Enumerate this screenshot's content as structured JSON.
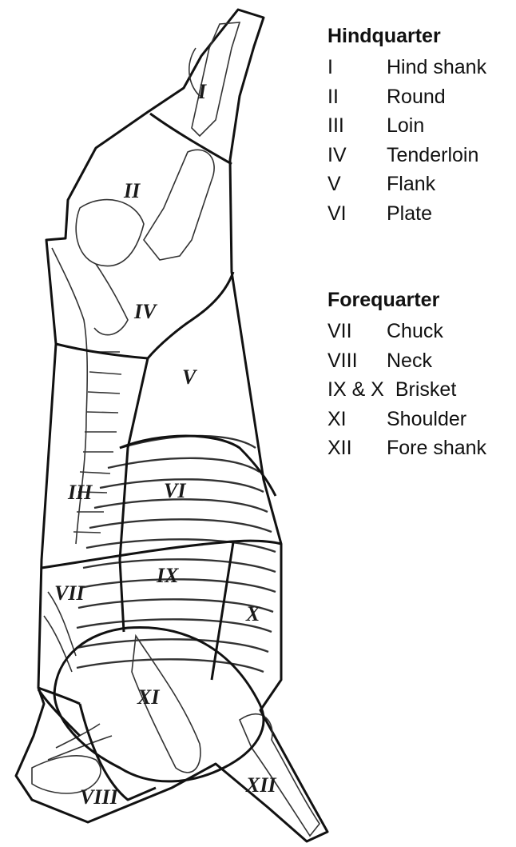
{
  "cut_labels": [
    "I",
    "II",
    "III",
    "IV",
    "V",
    "VI",
    "VII",
    "VIII",
    "IX",
    "X",
    "XI",
    "XII"
  ],
  "hindquarter": {
    "title": "Hindquarter",
    "items": [
      {
        "num": "I",
        "name": "Hind shank"
      },
      {
        "num": "II",
        "name": "Round"
      },
      {
        "num": "III",
        "name": "Loin"
      },
      {
        "num": "IV",
        "name": "Tenderloin"
      },
      {
        "num": "V",
        "name": "Flank"
      },
      {
        "num": "VI",
        "name": "Plate"
      }
    ]
  },
  "forequarter": {
    "title": "Forequarter",
    "items": [
      {
        "num": "VII",
        "name": "Chuck"
      },
      {
        "num": "VIII",
        "name": "Neck"
      },
      {
        "num": "IX & X",
        "name": "Brisket"
      },
      {
        "num": "XI",
        "name": "Shoulder"
      },
      {
        "num": "XII",
        "name": "Fore shank"
      }
    ]
  }
}
